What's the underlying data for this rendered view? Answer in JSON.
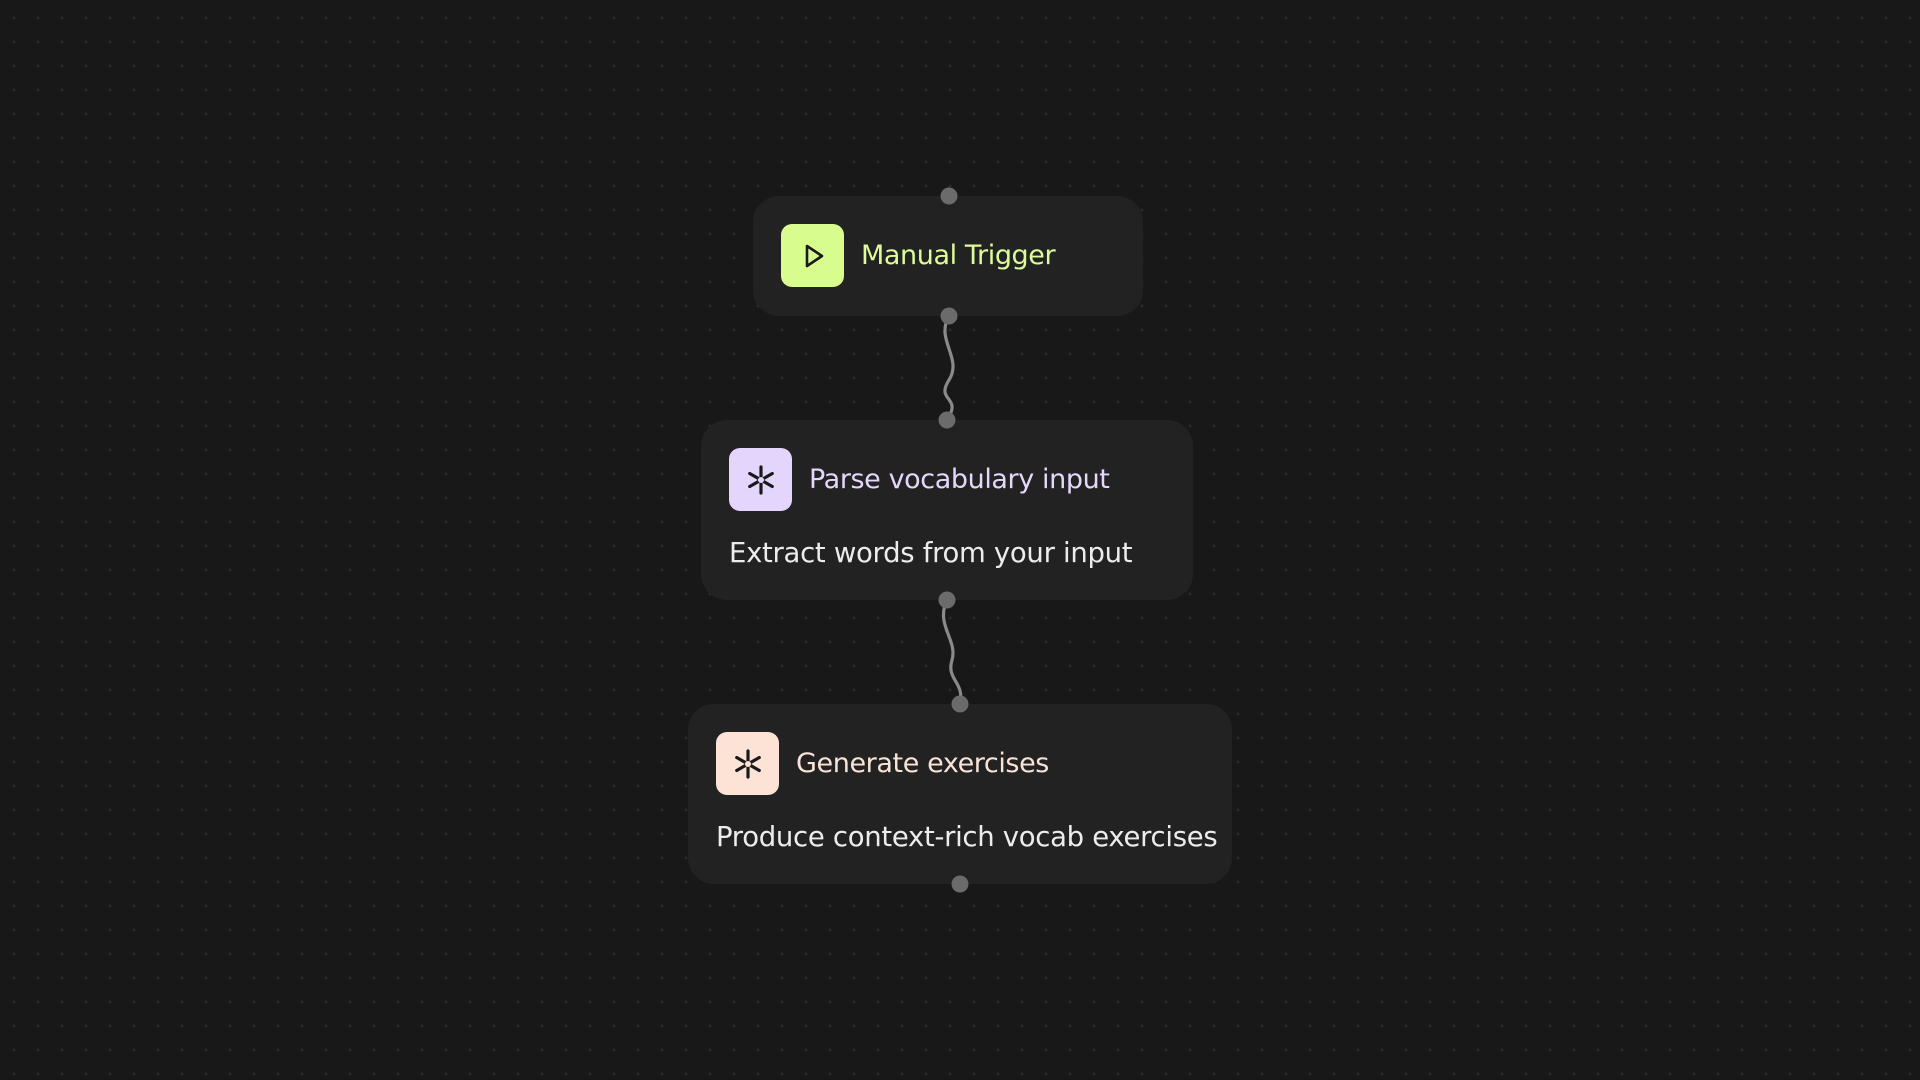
{
  "colors": {
    "background": "#181818",
    "node_background": "#222222",
    "handle": "#6b6b6b",
    "edge": "#8a8a8a",
    "description_text": "#ececec"
  },
  "workflow": {
    "nodes": [
      {
        "id": "manual-trigger",
        "title": "Manual Trigger",
        "description": "",
        "icon": "play-icon",
        "icon_bg": "#d9fc8f",
        "title_color": "#dcfb9a"
      },
      {
        "id": "parse-vocabulary",
        "title": "Parse vocabulary input",
        "description": "Extract words from your input",
        "icon": "asterisk-icon",
        "icon_bg": "#e4d5fd",
        "title_color": "#e5d7fb"
      },
      {
        "id": "generate-exercises",
        "title": "Generate exercises",
        "description": "Produce context-rich vocab exercises",
        "icon": "asterisk-icon",
        "icon_bg": "#fde3d6",
        "title_color": "#f9e3d6"
      }
    ]
  }
}
